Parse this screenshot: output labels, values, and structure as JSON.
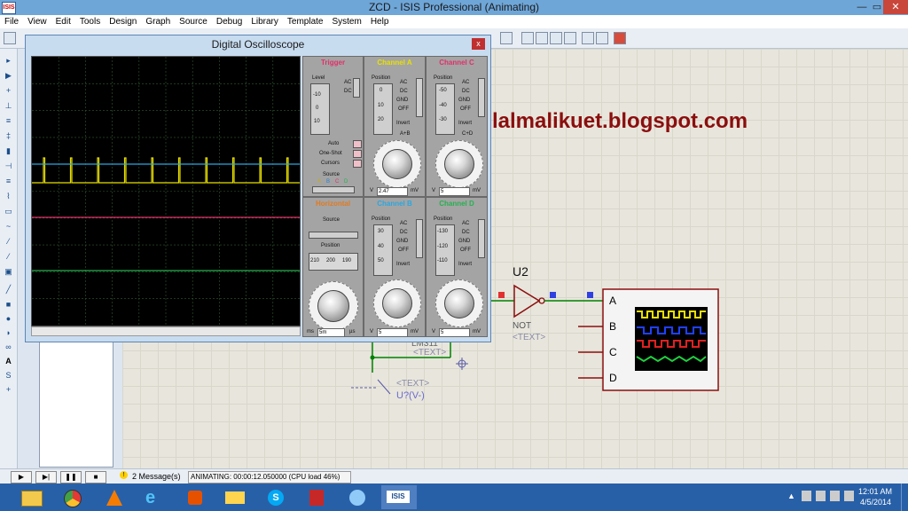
{
  "window": {
    "title": "ZCD - ISIS Professional (Animating)",
    "app_icon": "ISIS",
    "minimize": "—",
    "restore": "▭",
    "close": "✕"
  },
  "menu": [
    "File",
    "View",
    "Edit",
    "Tools",
    "Design",
    "Graph",
    "Source",
    "Debug",
    "Library",
    "Template",
    "System",
    "Help"
  ],
  "oscilloscope": {
    "title": "Digital Oscilloscope",
    "close": "x",
    "trigger": {
      "header": "Trigger",
      "level_label": "Level",
      "level_ticks": [
        "-10",
        "0",
        "10"
      ],
      "couplings": [
        "AC",
        "DC"
      ],
      "modes": [
        "Auto",
        "One-Shot",
        "Cursors"
      ],
      "source_label": "Source",
      "sources": [
        "A",
        "B",
        "C",
        "D"
      ]
    },
    "channel_a": {
      "header": "Channel A",
      "position_label": "Position",
      "ticks": [
        "0",
        "10",
        "20"
      ],
      "couplings": [
        "AC",
        "DC",
        "GND",
        "OFF"
      ],
      "invert": "Invert",
      "extra": "A+B",
      "scale": [
        "2.47"
      ],
      "unit_left": "V",
      "unit_right": "mV"
    },
    "channel_c": {
      "header": "Channel C",
      "position_label": "Position",
      "ticks": [
        "-50",
        "-40",
        "-30"
      ],
      "couplings": [
        "AC",
        "DC",
        "GND",
        "OFF"
      ],
      "invert": "Invert",
      "extra": "C+D",
      "scale": [
        "5"
      ],
      "unit_left": "V",
      "unit_right": "mV"
    },
    "horizontal": {
      "header": "Horizontal",
      "source_label": "Source",
      "position_label": "Position",
      "position_values": [
        "210",
        "200",
        "190"
      ],
      "scale": [
        "5m"
      ],
      "unit_left": "ms",
      "unit_right": "µs"
    },
    "channel_b": {
      "header": "Channel B",
      "position_label": "Position",
      "ticks": [
        "30",
        "40",
        "50"
      ],
      "couplings": [
        "AC",
        "DC",
        "GND",
        "OFF"
      ],
      "invert": "Invert",
      "scale": [
        "5"
      ],
      "unit_left": "V",
      "unit_right": "mV"
    },
    "channel_d": {
      "header": "Channel D",
      "position_label": "Position",
      "ticks": [
        "-130",
        "-120",
        "-110"
      ],
      "couplings": [
        "AC",
        "DC",
        "GND",
        "OFF"
      ],
      "invert": "Invert",
      "scale": [
        "5"
      ],
      "unit_left": "V",
      "unit_right": "mV"
    },
    "colors": {
      "a": "#e8e000",
      "b": "#2aa7e0",
      "c": "#e0306a",
      "d": "#27b050",
      "trigger": "#e0306a",
      "horizontal": "#e07a20"
    }
  },
  "schematic": {
    "watermark": "lalmalikuet.blogspot.com",
    "u2_label": "U2",
    "not_label": "NOT",
    "text_placeholder": "<TEXT>",
    "scope_pins": [
      "A",
      "B",
      "C",
      "D"
    ],
    "partial_label": "LM311",
    "u_label": "U?(V-)",
    "text2": "<TEXT>",
    "text3": "<TEXT>"
  },
  "status": {
    "messages": "2 Message(s)",
    "animating": "ANIMATING: 00:00:12.050000 (CPU load 46%)"
  },
  "taskbar": {
    "time": "12:01 AM",
    "date": "4/5/2014",
    "isis_label": "ISIS"
  }
}
